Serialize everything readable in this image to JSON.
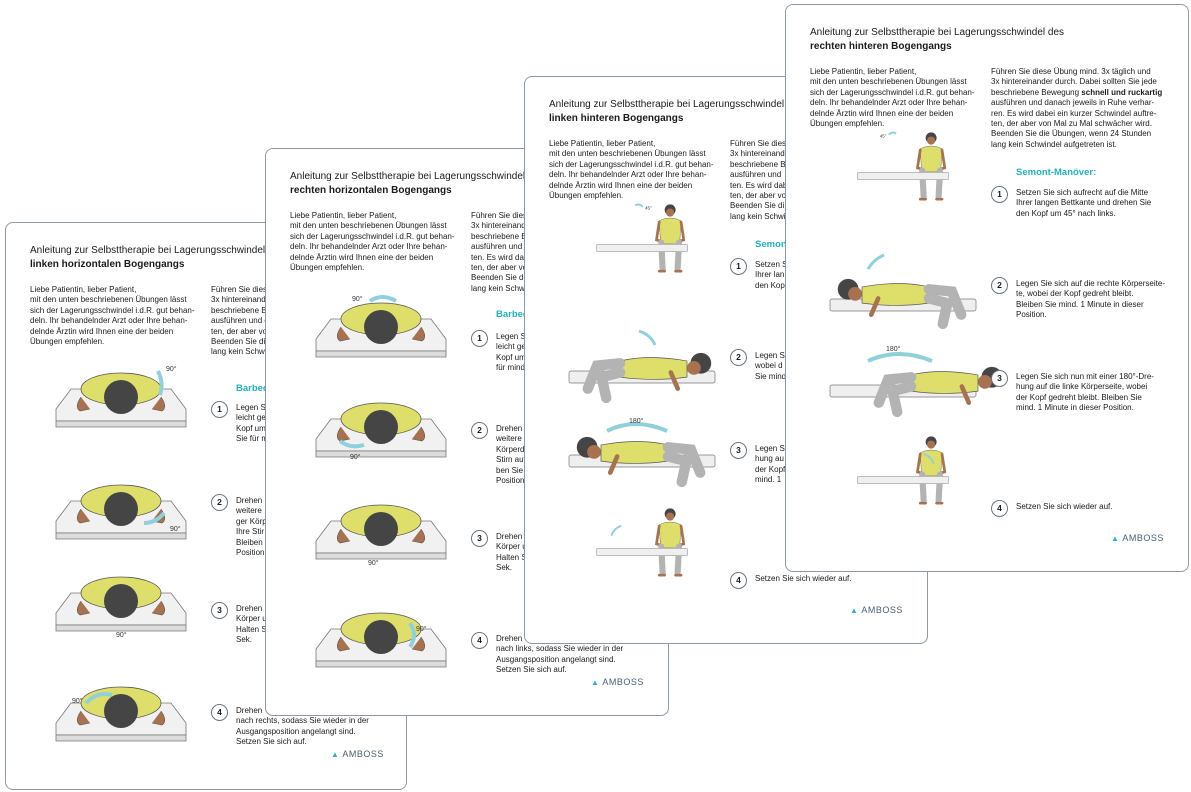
{
  "sheet1": {
    "title_line1": "Anleitung zur Selbsttherapie bei Lagerungsschwindel bei",
    "title_line2": "linken horizontalen Bogengangs",
    "intro": [
      "Liebe Patientin, lieber Patient,",
      "mit den unten beschriebenen Übungen lässt",
      "sich der Lagerungsschwindel i.d.R. gut behan-",
      "deln. Ihr behandelnder Arzt oder Ihre behan-",
      "delnde Ärztin wird Ihnen eine der beiden",
      "Übungen empfehlen."
    ],
    "right_col": [
      "Führen Sie dies",
      "3x hintereinand",
      "beschriebene B",
      "ausführen und d",
      "ten, der aber vo",
      "Beenden Sie die",
      "lang kein Schwi"
    ],
    "heading": "Barbec",
    "steps": [
      {
        "num": "1",
        "lines": [
          "Legen S",
          "leicht ge",
          "Kopf um",
          "Sie für m"
        ]
      },
      {
        "num": "2",
        "lines": [
          "Drehen",
          "weitere",
          "ger Körp",
          "Ihre Stir",
          "Bleiben",
          "Position"
        ]
      },
      {
        "num": "3",
        "lines": [
          "Drehen",
          "Körper u",
          "Halten S",
          "Sek."
        ]
      },
      {
        "num": "4",
        "lines": [
          "Drehen",
          "nach rechts, sodass Sie wieder in der",
          "Ausgangsposition angelangt sind.",
          "Setzen Sie sich auf."
        ]
      }
    ],
    "angles": [
      "90°",
      "90°",
      "90°",
      "90°"
    ],
    "logo": "AMBOSS"
  },
  "sheet2": {
    "title_line1": "Anleitung zur Selbsttherapie bei Lagerungsschwindel de",
    "title_line2": "rechten horizontalen Bogengangs",
    "intro": [
      "Liebe Patientin, lieber Patient,",
      "mit den unten beschriebenen Übungen lässt",
      "sich der Lagerungsschwindel i.d.R. gut behan-",
      "deln. Ihr behandelnder Arzt oder Ihre behan-",
      "delnde Ärztin wird Ihnen eine der beiden",
      "Übungen empfehlen."
    ],
    "right_col": [
      "Führen Sie dies",
      "3x hintereinand",
      "beschriebene B",
      "ausführen und d",
      "ten. Es wird dab",
      "ten, der aber vo",
      "Beenden Sie die",
      "lang kein Schwi"
    ],
    "heading": "Barbec",
    "steps": [
      {
        "num": "1",
        "lines": [
          "Legen Si",
          "leicht ge",
          "Kopf um",
          "für mind"
        ]
      },
      {
        "num": "2",
        "lines": [
          "Drehen",
          "weitere",
          "Körperd",
          "Stirn auf",
          "ben Sie",
          "Position"
        ]
      },
      {
        "num": "3",
        "lines": [
          "Drehen",
          "Körper u",
          "Halten S",
          "Sek."
        ]
      },
      {
        "num": "4",
        "lines": [
          "Drehen",
          "nach links, sodass Sie wieder in der",
          "Ausgangsposition angelangt sind.",
          "Setzen Sie sich auf."
        ]
      }
    ],
    "angles": [
      "90°",
      "90°",
      "90°",
      "90°"
    ],
    "logo": "AMBOSS"
  },
  "sheet3": {
    "title_line1": "Anleitung zur Selbsttherapie bei Lagerungsschwindel de",
    "title_line2": "linken hinteren Bogengangs",
    "intro": [
      "Liebe Patientin, lieber Patient,",
      "mit den unten beschriebenen Übungen lässt",
      "sich der Lagerungsschwindel i.d.R. gut behan-",
      "deln. Ihr behandelnder Arzt oder Ihre behan-",
      "delnde Ärztin wird Ihnen eine der beiden",
      "Übungen empfehlen."
    ],
    "right_col": [
      "Führen Sie dies",
      "3x hintereinand",
      "beschriebene B",
      "ausführen und",
      "ten. Es wird dab",
      "ten, der aber vo",
      "Beenden Sie di",
      "lang kein Schwi"
    ],
    "heading": "Semon",
    "steps": [
      {
        "num": "1",
        "lines": [
          "Setzen S",
          "Ihrer lan",
          "den Kop"
        ]
      },
      {
        "num": "2",
        "lines": [
          "Legen Si",
          "wobei d",
          "Sie mind"
        ]
      },
      {
        "num": "3",
        "lines": [
          "Legen Si",
          "hung au",
          "der Kopf",
          "mind. 1"
        ]
      },
      {
        "num": "4",
        "lines": [
          "Setzen Sie sich wieder auf."
        ]
      }
    ],
    "angles": [
      "45°",
      "180°"
    ],
    "logo": "AMBOSS"
  },
  "sheet4": {
    "title_line1": "Anleitung zur Selbsttherapie bei Lagerungsschwindel des",
    "title_line2": "rechten hinteren Bogengangs",
    "intro": [
      "Liebe Patientin, lieber Patient,",
      "mit den unten beschriebenen Übungen lässt",
      "sich der Lagerungsschwindel i.d.R. gut behan-",
      "deln. Ihr behandelnder Arzt oder Ihre behan-",
      "delnde Ärztin wird Ihnen eine der beiden",
      "Übungen empfehlen."
    ],
    "right_col_1": "Führen Sie diese Übung mind. 3x täglich und",
    "right_col_2": "3x hintereinander durch. Dabei sollten Sie jede",
    "right_col_3a": "beschriebene Bewegung ",
    "right_col_3b": "schnell und ruckartig",
    "right_col_rest": [
      "ausführen und danach jeweils in Ruhe verhar-",
      "ren. Es wird dabei ein kurzer Schwindel auftre-",
      "ten, der aber von Mal zu Mal schwächer wird.",
      "Beenden Sie die Übungen, wenn 24 Stunden",
      "lang kein Schwindel aufgetreten ist."
    ],
    "heading": "Semont-Manöver:",
    "steps": [
      {
        "num": "1",
        "lines": [
          "Setzen Sie sich aufrecht auf die Mitte",
          "Ihrer langen Bettkante und drehen Sie",
          "den Kopf um 45° nach links."
        ]
      },
      {
        "num": "2",
        "lines": [
          "Legen Sie sich auf die rechte Körperseite-",
          "te, wobei der Kopf gedreht bleibt.",
          "Bleiben Sie mind. 1 Minute in dieser",
          "Position."
        ]
      },
      {
        "num": "3",
        "lines": [
          "Legen Sie sich nun mit einer 180°-Dre-",
          "hung auf die linke Körperseite, wobei",
          "der Kopf gedreht bleibt. Bleiben Sie",
          "mind. 1 Minute in dieser Position."
        ]
      },
      {
        "num": "4",
        "lines": [
          "Setzen Sie sich wieder auf."
        ]
      }
    ],
    "angles": [
      "45°",
      "180°"
    ],
    "logo": "AMBOSS"
  },
  "colors": {
    "accent": "#1fb3bf",
    "shirt": "#dede6a",
    "hair": "#454545",
    "skin": "#a87250",
    "pants": "#b3b3b3",
    "border": "#8d9aa5"
  }
}
